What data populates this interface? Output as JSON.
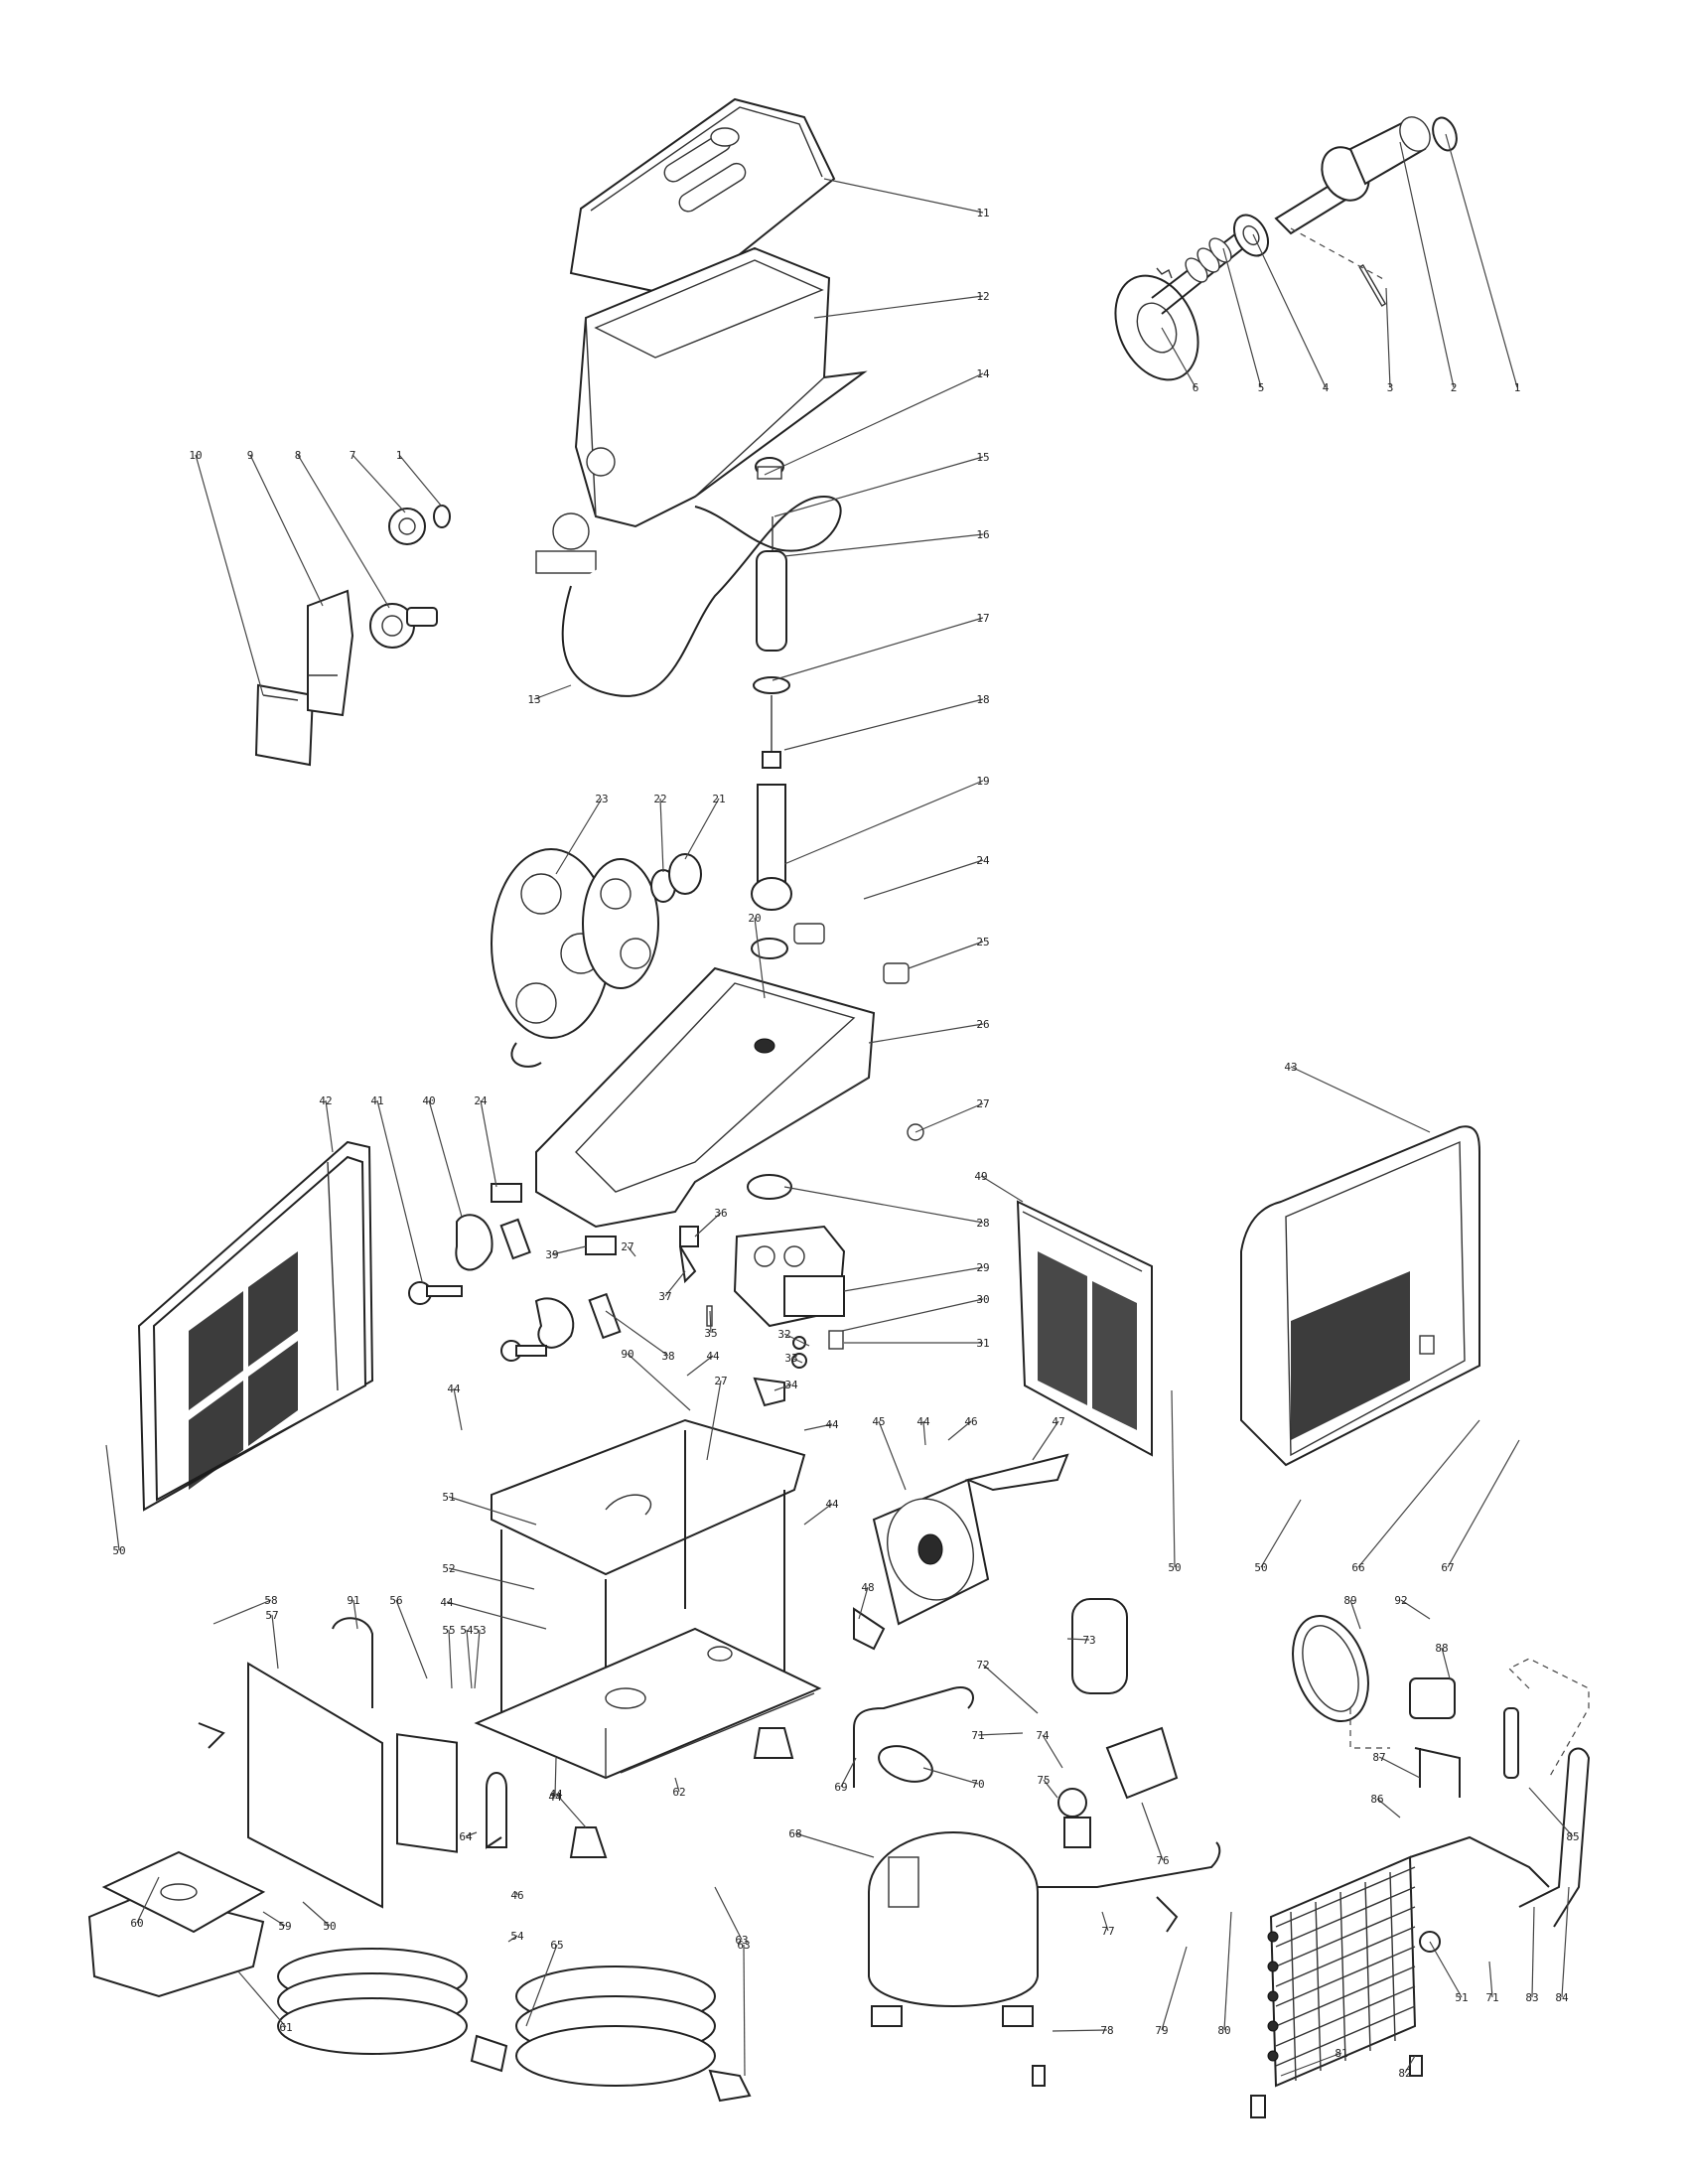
{
  "callouts": [
    {
      "n": "11"
    },
    {
      "n": "12"
    },
    {
      "n": "14"
    },
    {
      "n": "15"
    },
    {
      "n": "16"
    },
    {
      "n": "17"
    },
    {
      "n": "18"
    },
    {
      "n": "19"
    },
    {
      "n": "24"
    },
    {
      "n": "25"
    },
    {
      "n": "26"
    },
    {
      "n": "27"
    },
    {
      "n": "28"
    },
    {
      "n": "29"
    },
    {
      "n": "30"
    },
    {
      "n": "31"
    },
    {
      "n": "6"
    },
    {
      "n": "5"
    },
    {
      "n": "4"
    },
    {
      "n": "3"
    },
    {
      "n": "2"
    },
    {
      "n": "1"
    },
    {
      "n": "10"
    },
    {
      "n": "9"
    },
    {
      "n": "8"
    },
    {
      "n": "7"
    },
    {
      "n": "1"
    },
    {
      "n": "13"
    },
    {
      "n": "23"
    },
    {
      "n": "22"
    },
    {
      "n": "21"
    },
    {
      "n": "20"
    },
    {
      "n": "42"
    },
    {
      "n": "41"
    },
    {
      "n": "40"
    },
    {
      "n": "24"
    },
    {
      "n": "36"
    },
    {
      "n": "39"
    },
    {
      "n": "27"
    },
    {
      "n": "37"
    },
    {
      "n": "35"
    },
    {
      "n": "38"
    },
    {
      "n": "32"
    },
    {
      "n": "33"
    },
    {
      "n": "34"
    },
    {
      "n": "90"
    },
    {
      "n": "44"
    },
    {
      "n": "27"
    },
    {
      "n": "44"
    },
    {
      "n": "44"
    },
    {
      "n": "51"
    },
    {
      "n": "52"
    },
    {
      "n": "44"
    },
    {
      "n": "44"
    },
    {
      "n": "44"
    },
    {
      "n": "50"
    },
    {
      "n": "43"
    },
    {
      "n": "49"
    },
    {
      "n": "45"
    },
    {
      "n": "44"
    },
    {
      "n": "46"
    },
    {
      "n": "47"
    },
    {
      "n": "48"
    },
    {
      "n": "50"
    },
    {
      "n": "50"
    },
    {
      "n": "66"
    },
    {
      "n": "67"
    },
    {
      "n": "58"
    },
    {
      "n": "57"
    },
    {
      "n": "91"
    },
    {
      "n": "56"
    },
    {
      "n": "55"
    },
    {
      "n": "54"
    },
    {
      "n": "53"
    },
    {
      "n": "62"
    },
    {
      "n": "63"
    },
    {
      "n": "44"
    },
    {
      "n": "60"
    },
    {
      "n": "59"
    },
    {
      "n": "50"
    },
    {
      "n": "61"
    },
    {
      "n": "64"
    },
    {
      "n": "46"
    },
    {
      "n": "54"
    },
    {
      "n": "65"
    },
    {
      "n": "63"
    },
    {
      "n": "72"
    },
    {
      "n": "73"
    },
    {
      "n": "71"
    },
    {
      "n": "74"
    },
    {
      "n": "75"
    },
    {
      "n": "69"
    },
    {
      "n": "70"
    },
    {
      "n": "68"
    },
    {
      "n": "76"
    },
    {
      "n": "77"
    },
    {
      "n": "78"
    },
    {
      "n": "79"
    },
    {
      "n": "80"
    },
    {
      "n": "89"
    },
    {
      "n": "92"
    },
    {
      "n": "88"
    },
    {
      "n": "87"
    },
    {
      "n": "86"
    },
    {
      "n": "85"
    },
    {
      "n": "51"
    },
    {
      "n": "71"
    },
    {
      "n": "83"
    },
    {
      "n": "84"
    },
    {
      "n": "81"
    },
    {
      "n": "82"
    }
  ]
}
